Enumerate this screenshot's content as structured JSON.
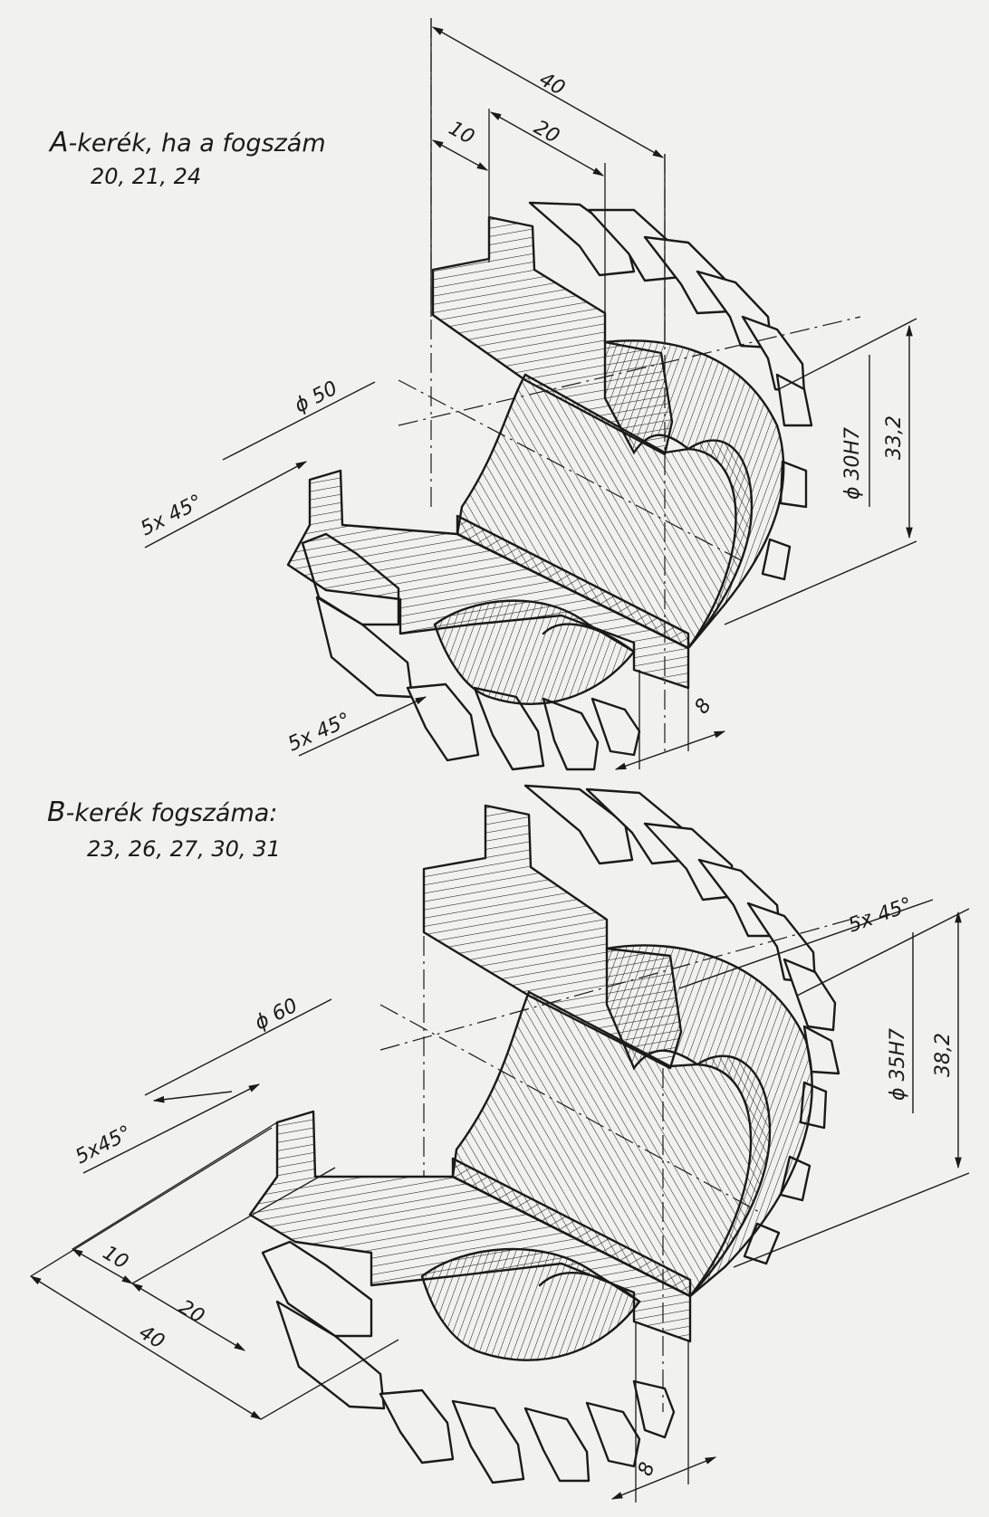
{
  "drawing_a": {
    "title_letter": "A",
    "title_text": "-kerék, ha a fogszám",
    "teeth_counts": "20, 21, 24",
    "dimensions": {
      "length_total": "40",
      "length_offset": "10",
      "length_hub": "20",
      "diameter_hub": "ϕ 50",
      "chamfer_hub": "5x 45°",
      "chamfer_face": "5x 45°",
      "bore": "ϕ 30H7",
      "keyway_depth": "33,2",
      "keyway_width": "8"
    }
  },
  "drawing_b": {
    "title_letter": "B",
    "title_text": "-kerék fogszáma:",
    "teeth_counts": "23, 26, 27, 30, 31",
    "dimensions": {
      "diameter_hub": "ϕ 60",
      "chamfer_hub": "5x45°",
      "chamfer_face": "5x 45°",
      "bore": "ϕ 35H7",
      "keyway_depth": "38,2",
      "length_offset": "10",
      "length_hub": "20",
      "length_total": "40",
      "keyway_width": "8"
    }
  }
}
